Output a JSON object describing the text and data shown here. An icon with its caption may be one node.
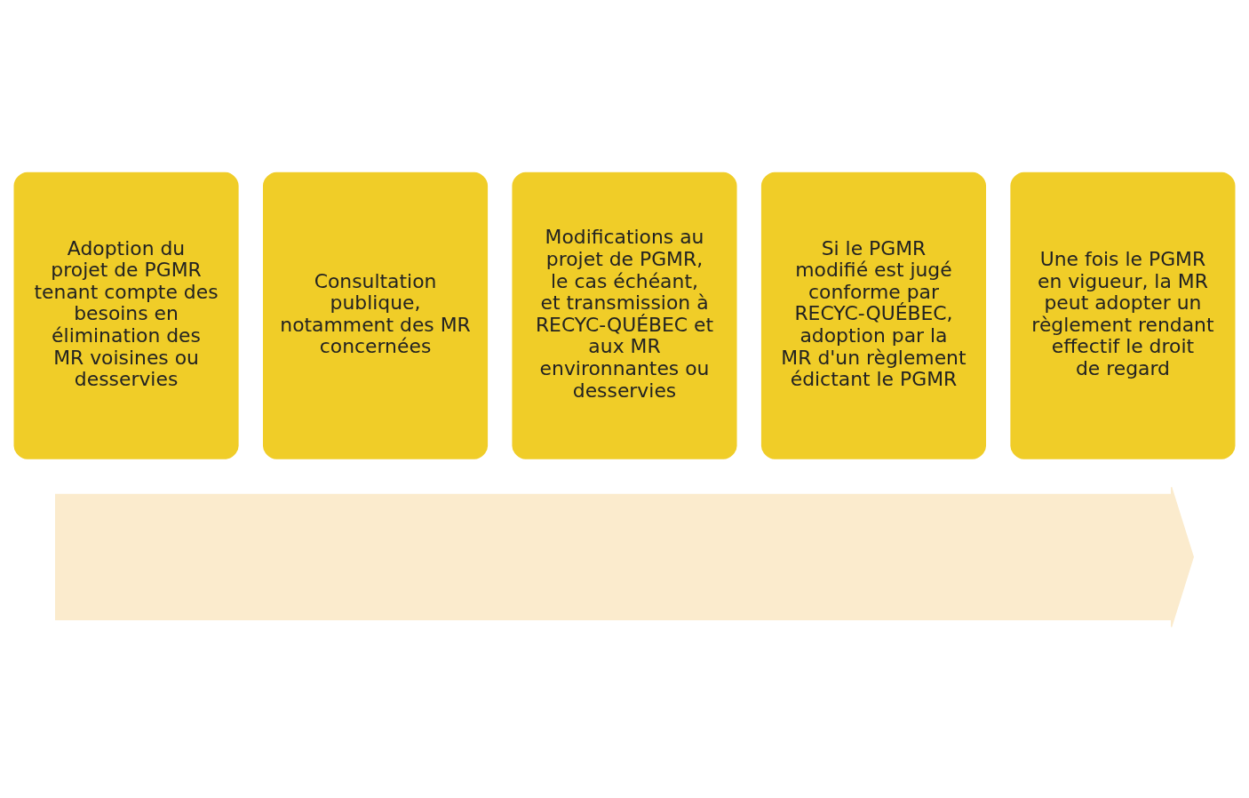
{
  "diagram": {
    "nodes": [
      {
        "text": [
          "Adoption du projet de PGMR tenant compte des besoins en élimination des MR voisines ou desservies"
        ]
      },
      {
        "text": [
          "Consultation publique, notamment des MR concernées"
        ]
      },
      {
        "text": [
          "Modifications au projet de PGMR, le cas échéant, et transmission à RECYC-QUÉBEC et aux MR environnantes ou desservies"
        ]
      },
      {
        "text": [
          "Si le PGMR modifié est jugé conforme par RECYC-QUÉBEC, adoption par la MR d'un règlement édictant le PGMR"
        ]
      },
      {
        "text": [
          "Une fois le PGMR en vigueur, la MR peut adopter un règlement rendant effectif le droit de regard"
        ]
      },
      {
        "text": [],
        "shape": "arrow"
      }
    ]
  }
}
